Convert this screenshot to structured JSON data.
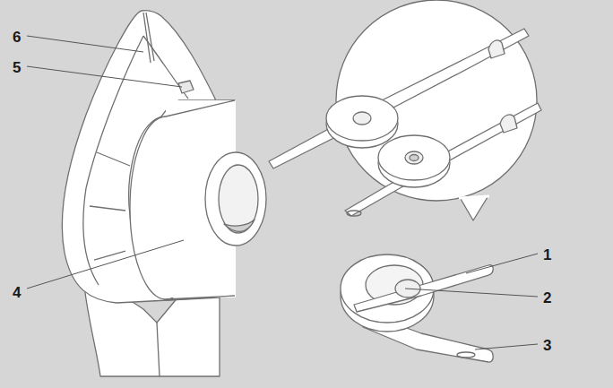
{
  "diagram": {
    "labels": [
      "6",
      "5",
      "1",
      "2",
      "4",
      "3"
    ]
  }
}
